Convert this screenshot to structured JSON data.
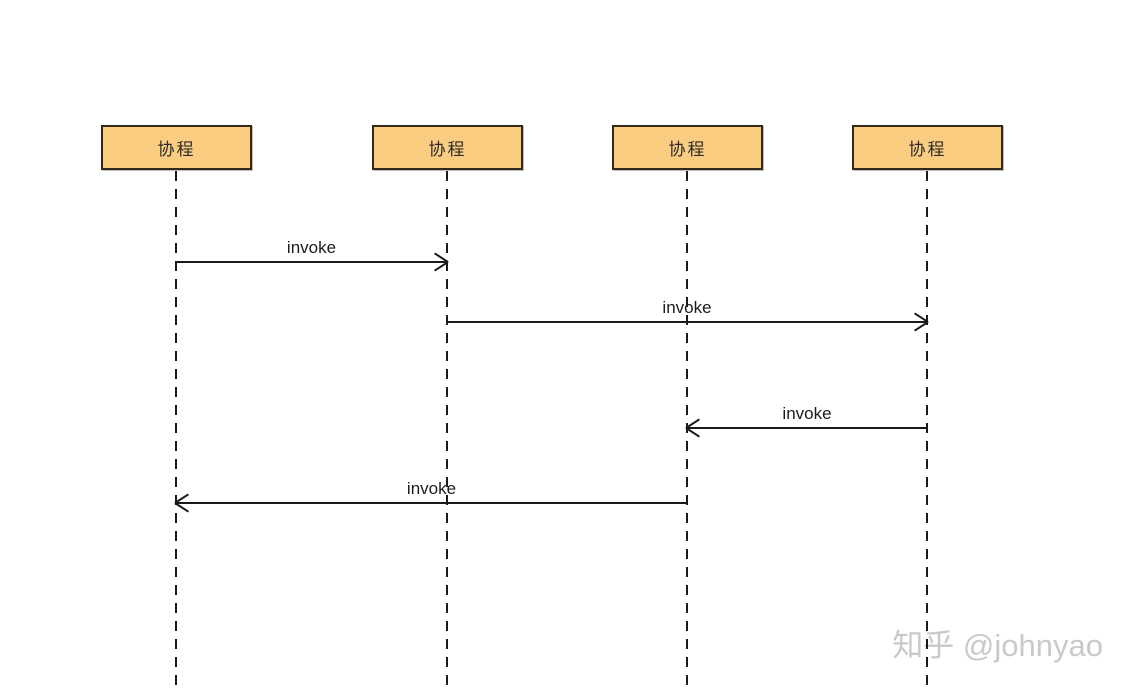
{
  "diagram": {
    "type": "sequence-diagram",
    "actors": [
      {
        "id": "actor-1",
        "label": "协程"
      },
      {
        "id": "actor-2",
        "label": "协程"
      },
      {
        "id": "actor-3",
        "label": "协程"
      },
      {
        "id": "actor-4",
        "label": "协程"
      }
    ],
    "messages": [
      {
        "label": "invoke",
        "from": "actor-1",
        "to": "actor-2",
        "direction": "right"
      },
      {
        "label": "invoke",
        "from": "actor-2",
        "to": "actor-4",
        "direction": "right"
      },
      {
        "label": "invoke",
        "from": "actor-4",
        "to": "actor-3",
        "direction": "left"
      },
      {
        "label": "invoke",
        "from": "actor-3",
        "to": "actor-1",
        "direction": "left"
      }
    ]
  },
  "watermark": "知乎 @johnyao",
  "colors": {
    "actor_fill": "#FACD80",
    "actor_border": "#33291B",
    "line": "#1A1A1A",
    "watermark": "#C9C9C9",
    "background": "#FFFFFF"
  }
}
